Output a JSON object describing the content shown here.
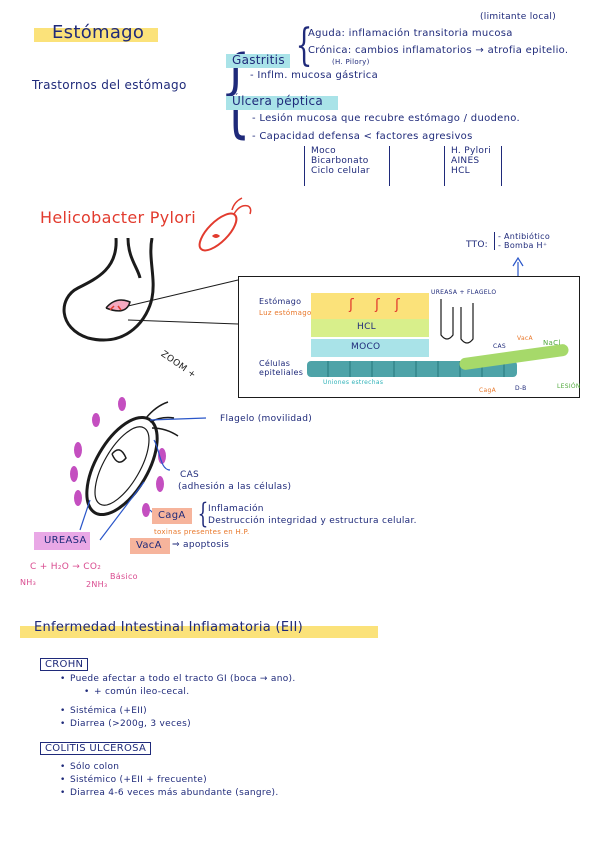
{
  "title": "Estómago",
  "top_right_note": "(limitante local)",
  "trastornos_label": "Trastornos del estómago",
  "gastritis": {
    "heading": "Gastritis",
    "aguda": "Aguda: inflamación transitoria mucosa",
    "cronica": "Crónica: cambios inflamatorios → atrofia epitelio.",
    "hpylori": "(H. Pilory)",
    "inflm": "- Inflm. mucosa gástrica"
  },
  "ulcera": {
    "heading": "Úlcera péptica",
    "lesion": "- Lesión mucosa que recubre estómago / duodeno.",
    "capacidad": "- Capacidad defensa < factores agresivos",
    "defensa": [
      "Moco",
      "Bicarbonato",
      "Ciclo celular"
    ],
    "agresivos": [
      "H. Pylori",
      "AINES",
      "HCL"
    ]
  },
  "helicobacter": {
    "title": "Helicobacter Pylori",
    "zoom": "ZOOM +",
    "tto_prefix": "TTO:",
    "tto_items": [
      "- Antibiótico",
      "- Bomba H⁺"
    ]
  },
  "zoom_diagram": {
    "estomago": "Estómago",
    "luz": "Luz estómago",
    "hcl": "HCL",
    "moco": "MOCO",
    "celulas": "Células epiteliales",
    "uniones": "Uniones estrechas",
    "ureasa": "UREASA + FLAGELO",
    "cas": "CAS",
    "vaca": "VacA",
    "naclabel": "NaCl",
    "lesion": "LESIÓN",
    "dcb": "D-B",
    "cag": "CagA"
  },
  "bacteria_labels": {
    "flagelo": "Flagelo (movilidad)",
    "cas": "CAS",
    "cas_desc": "(adhesión a las células)",
    "caga": "CagA",
    "inflamacion": "Inflamación",
    "destruccion": "Destrucción integridad y estructura celular.",
    "toxinas": "toxinas presentes en H.P.",
    "vaca": "VacA",
    "apoptosis": "⇒ apoptosis",
    "ureasa": "UREASA",
    "reaction_top": "C + H₂O → CO₂",
    "nh3": "NH₃",
    "nh3b": "2NH₃",
    "basico": "Básico"
  },
  "eii": {
    "title": "Enfermedad Intestinal Inflamatoria (EII)",
    "crohn": {
      "heading": "CROHN",
      "items": [
        "Puede afectar a todo el tracto GI (boca → ano).",
        "+ común ileo-cecal.",
        "Sistémica (+EII)",
        "Diarrea (>200g, 3 veces)"
      ]
    },
    "colitis": {
      "heading": "COLITIS ULCEROSA",
      "items": [
        "Sólo colon",
        "Sistémico (+EII + frecuente)",
        "Diarrea 4-6 veces más abundante (sangre)."
      ]
    }
  }
}
